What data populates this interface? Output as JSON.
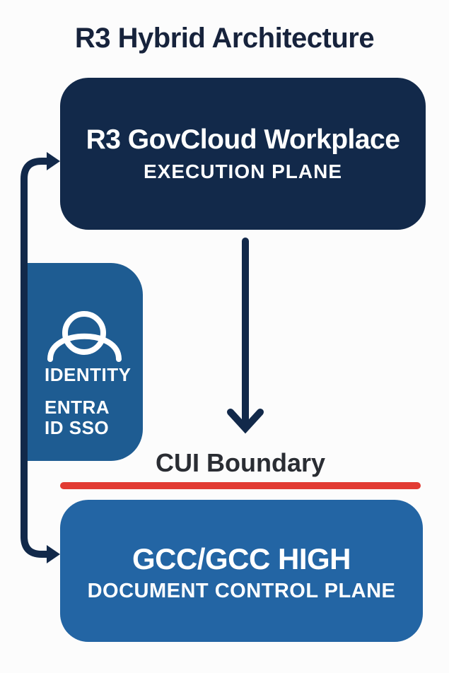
{
  "title": "R3 Hybrid Architecture",
  "colors": {
    "background": "#fcfcfc",
    "navy": "#12294a",
    "identity_blue": "#1e5c92",
    "blue": "#2365a4",
    "red": "#e23b33",
    "title_text": "#17233c",
    "boundary_text": "#2a2d33",
    "white": "#ffffff"
  },
  "execution_box": {
    "title": "R3 GovCloud Workplace",
    "subtitle": "EXECUTION PLANE"
  },
  "identity_box": {
    "icon": "person-icon",
    "label": "IDENTITY",
    "entra_line": "ENTRA",
    "sso_line": "ID SSO"
  },
  "boundary": {
    "label": "CUI Boundary"
  },
  "control_box": {
    "title": "GCC/GCC HIGH",
    "subtitle": "DOCUMENT CONTROL PLANE"
  }
}
